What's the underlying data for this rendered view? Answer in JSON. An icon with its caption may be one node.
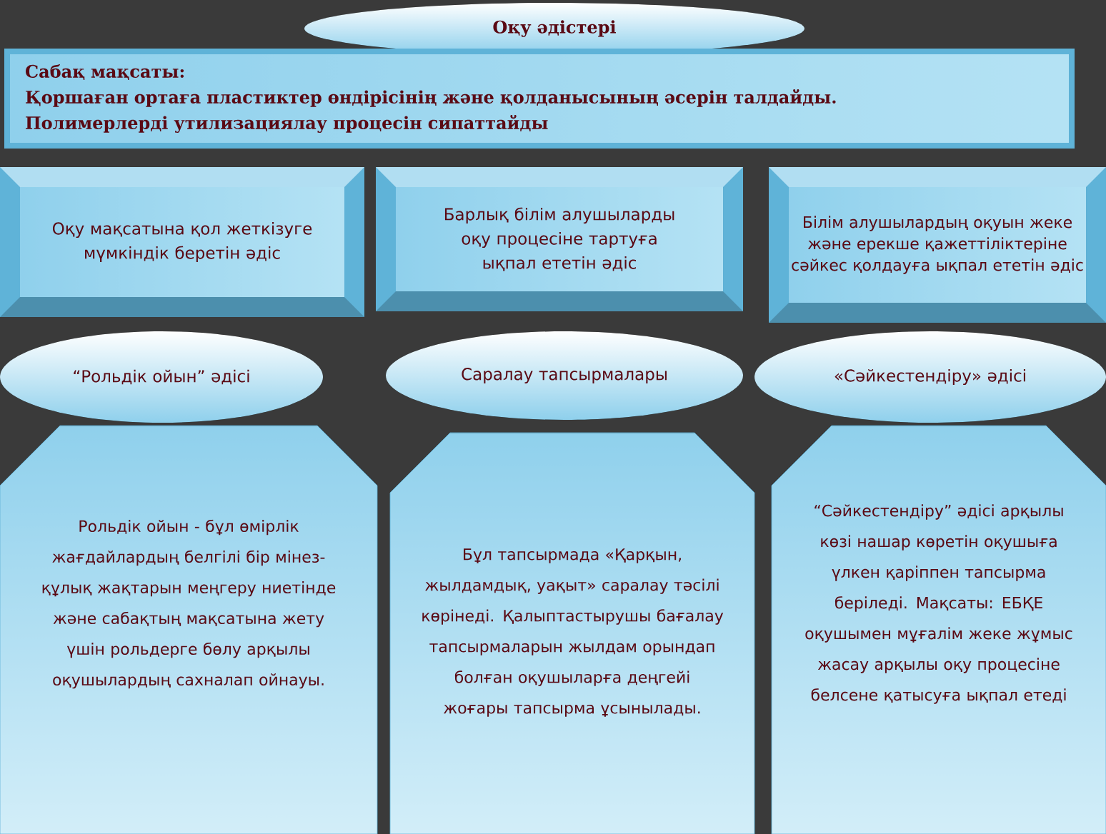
{
  "diagram": {
    "nodes": [
      {
        "text": [
          "Оқу әдістері"
        ]
      },
      {
        "text": [
          "Сабақ мақсаты:",
          "Қоршаған ортаға пластиктер өндірісінің және қолданысының әсерін талдайды.",
          "Полимерлерді утилизациялау процесін сипаттайды"
        ]
      },
      {
        "text": [
          "Оқу мақсатына қол жеткізуге мүмкіндік беретін әдіс"
        ]
      },
      {
        "text": [
          "Барлық білім алушыларды оқу процесіне тартуға ықпал ететін әдіс"
        ]
      },
      {
        "text": [
          "Білім алушылардың оқуын жеке және ерекше қажеттіліктеріне сәйкес қолдауға ықпал ететін әдіс"
        ]
      },
      {
        "text": [
          "“Рольдік ойын” әдісі"
        ]
      },
      {
        "text": [
          "Саралау тапсырмалары"
        ]
      },
      {
        "text": [
          "«Сәйкестендіру» әдісі"
        ]
      },
      {
        "text": [
          "Рольдік ойын - бұл өмірлік жағдайлардың белгілі бір мінез-құлық жақтарын меңгеру ниетінде және сабақтың мақсатына жету үшін рольдерге бөлу арқылы оқушылардың сахналап ойнауы."
        ]
      },
      {
        "text": [
          "Бұл тапсырмада «Қарқын, жылдамдық, уақыт» саралау тәсілі көрінеді. Қалыптастырушы бағалау тапсырмаларын жылдам орындап болған оқушыларға деңгейі жоғары тапсырма ұсынылады."
        ]
      },
      {
        "text": [
          "“Сәйкестендіру” әдісі арқылы көзі нашар көретін оқушыға үлкен қаріппен тапсырма беріледі. Мақсаты: ЕБҚЕ оқушымен мұғалім жеке жұмыс жасау арқылы оқу процесіне белсене қатысуға ықпал етеді"
        ]
      }
    ]
  }
}
